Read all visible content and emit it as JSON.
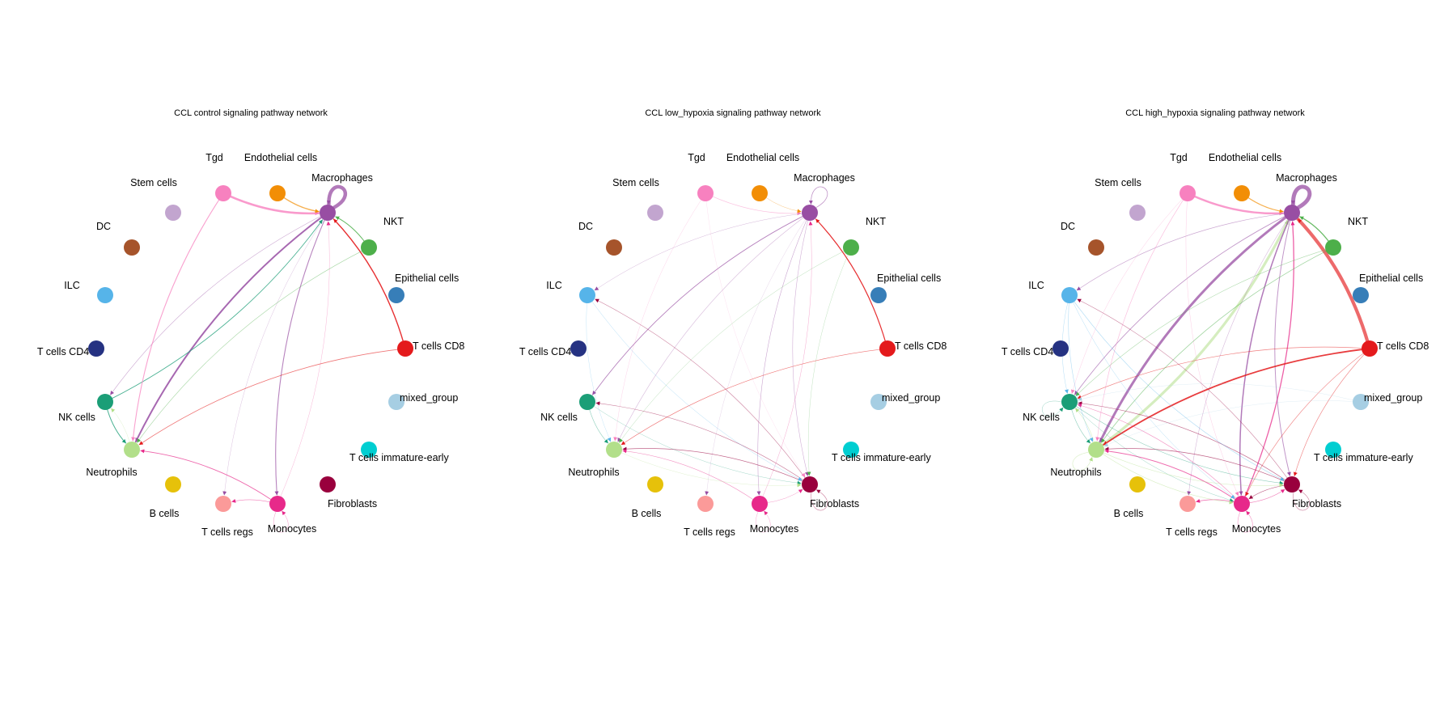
{
  "nodes": [
    {
      "id": "macrophages",
      "label": "Macrophages",
      "color": "#984EA3"
    },
    {
      "id": "nkt",
      "label": "NKT",
      "color": "#4DAF4A"
    },
    {
      "id": "epithelial",
      "label": "Epithelial cells",
      "color": "#377EB8"
    },
    {
      "id": "tcd8",
      "label": "T cells CD8",
      "color": "#E41A1C"
    },
    {
      "id": "mixed",
      "label": "mixed_group",
      "color": "#A6CEE3"
    },
    {
      "id": "timm",
      "label": "T cells immature-early",
      "color": "#00CED1"
    },
    {
      "id": "fibro",
      "label": "Fibroblasts",
      "color": "#99003D"
    },
    {
      "id": "mono",
      "label": "Monocytes",
      "color": "#E7298A"
    },
    {
      "id": "tregs",
      "label": "T cells regs",
      "color": "#FB9A99"
    },
    {
      "id": "bcells",
      "label": "B cells",
      "color": "#E6C10A"
    },
    {
      "id": "neutro",
      "label": "Neutrophils",
      "color": "#B2DF8A"
    },
    {
      "id": "nk",
      "label": "NK cells",
      "color": "#1B9E77"
    },
    {
      "id": "tcd4",
      "label": "T cells CD4",
      "color": "#253282"
    },
    {
      "id": "ilc",
      "label": "ILC",
      "color": "#56B4E9"
    },
    {
      "id": "dc",
      "label": "DC",
      "color": "#A6542B"
    },
    {
      "id": "stem",
      "label": "Stem cells",
      "color": "#C2A5CF"
    },
    {
      "id": "tgd",
      "label": "Tgd",
      "color": "#F781BF"
    },
    {
      "id": "endo",
      "label": "Endothelial cells",
      "color": "#F28E06"
    }
  ],
  "panels": [
    {
      "title": "CCL control signaling pathway network",
      "edges": [
        [
          "macrophages",
          "macrophages",
          4.5,
          0.75
        ],
        [
          "tgd",
          "macrophages",
          2.6,
          0.8
        ],
        [
          "endo",
          "macrophages",
          1.4,
          0.7
        ],
        [
          "nkt",
          "macrophages",
          1.0,
          0.9
        ],
        [
          "tcd8",
          "macrophages",
          1.4,
          0.9
        ],
        [
          "macrophages",
          "neutro",
          2.0,
          0.85
        ],
        [
          "macrophages",
          "nk",
          0.6,
          0.5
        ],
        [
          "nk",
          "macrophages",
          0.9,
          0.8
        ],
        [
          "macrophages",
          "mono",
          1.1,
          0.7
        ],
        [
          "macrophages",
          "tregs",
          0.5,
          0.35
        ],
        [
          "mono",
          "macrophages",
          0.5,
          0.35
        ],
        [
          "tgd",
          "neutro",
          1.1,
          0.75
        ],
        [
          "nkt",
          "neutro",
          0.6,
          0.5
        ],
        [
          "tcd8",
          "neutro",
          0.8,
          0.6
        ],
        [
          "mono",
          "neutro",
          0.9,
          0.7
        ],
        [
          "nk",
          "neutro",
          1.0,
          0.8
        ],
        [
          "mono",
          "tregs",
          0.6,
          0.6
        ],
        [
          "mono",
          "mono",
          0.5,
          0.5
        ],
        [
          "neutro",
          "nk",
          0.5,
          0.4
        ]
      ]
    },
    {
      "title": "CCL low_hypoxia signaling pathway network",
      "edges": [
        [
          "macrophages",
          "macrophages",
          0.8,
          0.6
        ],
        [
          "tgd",
          "macrophages",
          0.7,
          0.5
        ],
        [
          "endo",
          "macrophages",
          0.5,
          0.5
        ],
        [
          "tcd8",
          "macrophages",
          1.2,
          0.9
        ],
        [
          "macrophages",
          "nk",
          0.9,
          0.7
        ],
        [
          "macrophages",
          "ilc",
          0.5,
          0.4
        ],
        [
          "macrophages",
          "neutro",
          0.6,
          0.4
        ],
        [
          "macrophages",
          "mono",
          0.6,
          0.5
        ],
        [
          "macrophages",
          "fibro",
          0.6,
          0.45
        ],
        [
          "mono",
          "macrophages",
          0.5,
          0.4
        ],
        [
          "nkt",
          "neutro",
          0.5,
          0.4
        ],
        [
          "nkt",
          "fibro",
          0.5,
          0.35
        ],
        [
          "tcd8",
          "neutro",
          0.7,
          0.6
        ],
        [
          "fibro",
          "neutro",
          0.7,
          0.6
        ],
        [
          "fibro",
          "nk",
          0.6,
          0.5
        ],
        [
          "fibro",
          "ilc",
          0.6,
          0.5
        ],
        [
          "mono",
          "neutro",
          0.6,
          0.5
        ],
        [
          "mono",
          "fibro",
          0.5,
          0.45
        ],
        [
          "ilc",
          "fibro",
          0.5,
          0.45
        ],
        [
          "nk",
          "fibro",
          0.5,
          0.4
        ],
        [
          "neutro",
          "fibro",
          0.5,
          0.4
        ],
        [
          "tgd",
          "neutro",
          0.5,
          0.35
        ],
        [
          "tgd",
          "fibro",
          0.4,
          0.3
        ],
        [
          "ilc",
          "neutro",
          0.5,
          0.35
        ],
        [
          "nk",
          "neutro",
          0.6,
          0.5
        ],
        [
          "mono",
          "mono",
          0.5,
          0.4
        ],
        [
          "fibro",
          "fibro",
          0.6,
          0.5
        ],
        [
          "macrophages",
          "tregs",
          0.4,
          0.3
        ]
      ]
    },
    {
      "title": "CCL high_hypoxia signaling pathway network",
      "edges": [
        [
          "macrophages",
          "macrophages",
          5.0,
          0.75
        ],
        [
          "tgd",
          "macrophages",
          2.4,
          0.8
        ],
        [
          "endo",
          "macrophages",
          1.2,
          0.7
        ],
        [
          "nkt",
          "macrophages",
          1.3,
          0.85
        ],
        [
          "tcd8",
          "macrophages",
          4.2,
          0.65
        ],
        [
          "macrophages",
          "neutro",
          3.0,
          0.75
        ],
        [
          "neutro",
          "macrophages",
          3.2,
          0.55
        ],
        [
          "macrophages",
          "nk",
          0.9,
          0.6
        ],
        [
          "macrophages",
          "ilc",
          0.7,
          0.5
        ],
        [
          "macrophages",
          "mono",
          1.5,
          0.75
        ],
        [
          "mono",
          "macrophages",
          1.3,
          0.75
        ],
        [
          "macrophages",
          "fibro",
          1.0,
          0.6
        ],
        [
          "macrophages",
          "tregs",
          0.6,
          0.4
        ],
        [
          "tcd8",
          "neutro",
          1.8,
          0.85
        ],
        [
          "tcd8",
          "nk",
          0.7,
          0.55
        ],
        [
          "tcd8",
          "mono",
          0.7,
          0.5
        ],
        [
          "tcd8",
          "fibro",
          0.7,
          0.5
        ],
        [
          "nkt",
          "neutro",
          0.8,
          0.55
        ],
        [
          "nkt",
          "nk",
          0.6,
          0.45
        ],
        [
          "fibro",
          "neutro",
          0.8,
          0.6
        ],
        [
          "fibro",
          "nk",
          0.7,
          0.55
        ],
        [
          "fibro",
          "ilc",
          0.6,
          0.5
        ],
        [
          "fibro",
          "mono",
          0.7,
          0.6
        ],
        [
          "mono",
          "neutro",
          1.0,
          0.7
        ],
        [
          "mono",
          "nk",
          0.6,
          0.5
        ],
        [
          "mono",
          "fibro",
          0.7,
          0.6
        ],
        [
          "mono",
          "tregs",
          0.8,
          0.7
        ],
        [
          "ilc",
          "fibro",
          0.6,
          0.5
        ],
        [
          "ilc",
          "mono",
          0.5,
          0.45
        ],
        [
          "ilc",
          "neutro",
          0.6,
          0.45
        ],
        [
          "ilc",
          "nk",
          0.5,
          0.45
        ],
        [
          "nk",
          "fibro",
          0.6,
          0.5
        ],
        [
          "nk",
          "mono",
          0.5,
          0.45
        ],
        [
          "neutro",
          "fibro",
          0.6,
          0.5
        ],
        [
          "neutro",
          "mono",
          0.6,
          0.5
        ],
        [
          "tgd",
          "neutro",
          0.7,
          0.5
        ],
        [
          "tgd",
          "mono",
          0.5,
          0.4
        ],
        [
          "tgd",
          "nk",
          0.5,
          0.4
        ],
        [
          "mixed",
          "nk",
          0.5,
          0.35
        ],
        [
          "mixed",
          "neutro",
          0.5,
          0.35
        ],
        [
          "neutro",
          "nk",
          0.6,
          0.5
        ],
        [
          "nk",
          "neutro",
          0.6,
          0.5
        ],
        [
          "nk",
          "nk",
          0.5,
          0.45
        ],
        [
          "neutro",
          "neutro",
          0.6,
          0.5
        ],
        [
          "mono",
          "mono",
          0.6,
          0.5
        ],
        [
          "fibro",
          "fibro",
          0.6,
          0.5
        ]
      ]
    }
  ]
}
